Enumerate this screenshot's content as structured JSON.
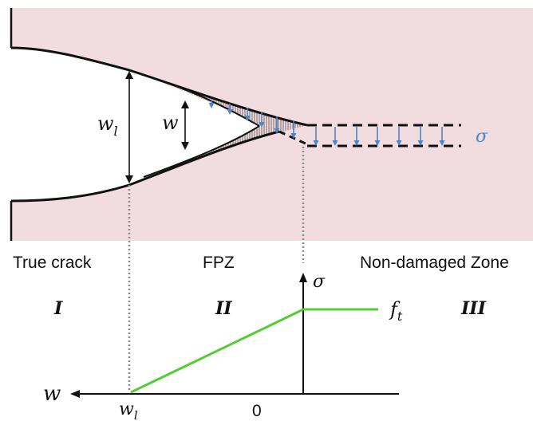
{
  "zones": {
    "true_crack": "True crack",
    "fpz": "FPZ",
    "non_damaged": "Non-damaged Zone"
  },
  "regions": {
    "one": "I",
    "two": "II",
    "three": "III"
  },
  "crack": {
    "wl_label": "w",
    "wl_sub": "l",
    "w_label": "w",
    "sigma_label": "σ"
  },
  "graph": {
    "y_axis_label": "σ",
    "x_axis_label": "w",
    "ft_label": "f",
    "ft_sub": "t",
    "wl_tick": "w",
    "wl_tick_sub": "l",
    "zero_tick": "0"
  },
  "colors": {
    "material": "#f1dcdf",
    "line_green": "#55cc33",
    "stress_blue": "#4a86c8",
    "hatch": "#7a6a6c"
  }
}
